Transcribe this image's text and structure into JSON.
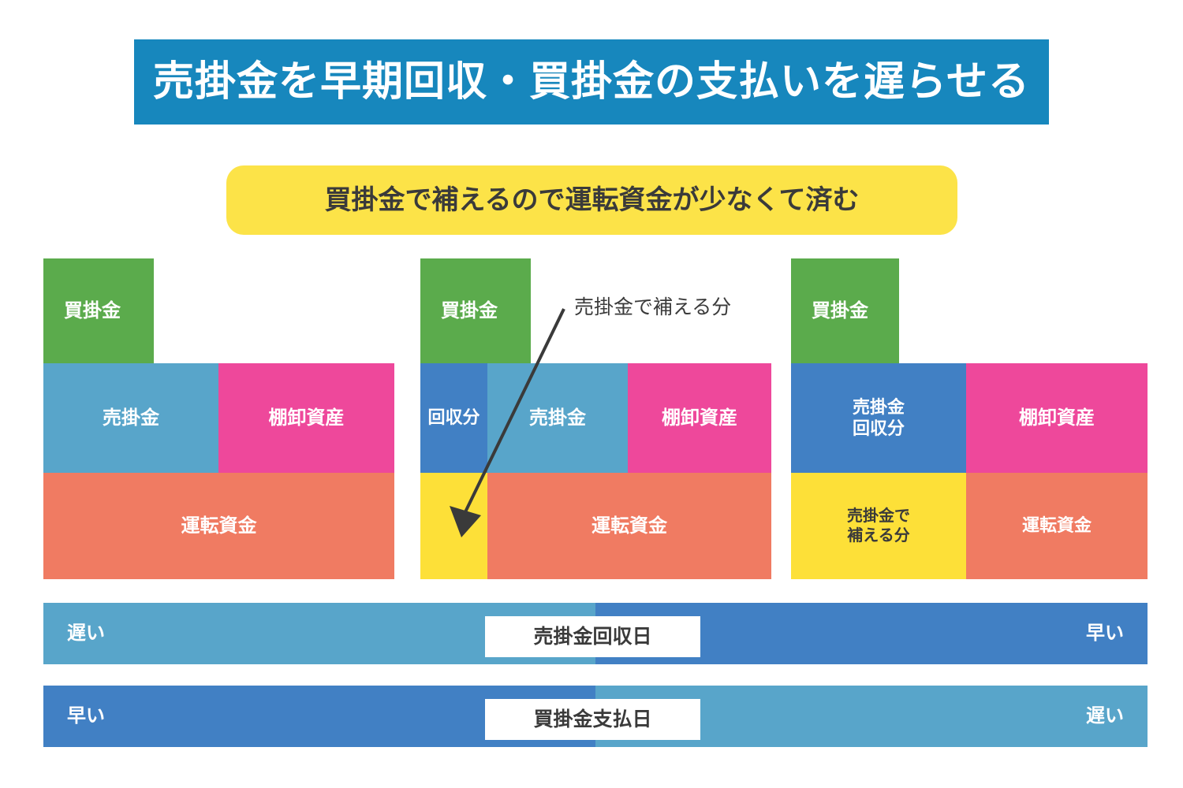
{
  "colors": {
    "header_blue": "#1787BD",
    "banner_yellow": "#FCE348",
    "green": "#5BAB4C",
    "light_blue": "#58A5CA",
    "dark_blue": "#4180C4",
    "pink": "#EE489B",
    "salmon": "#F07B62",
    "yellow": "#FDE038",
    "text_dark": "#3A3A3A",
    "white": "#FFFFFF"
  },
  "header": {
    "title": "売掛金を早期回収・買掛金の支払いを遅らせる"
  },
  "subheader": {
    "text": "買掛金で補えるので運転資金が少なくて済む"
  },
  "annotation": {
    "label": "売掛金で補える分",
    "arrow": "arrow-down-left"
  },
  "diagram": {
    "columns": [
      {
        "name": "before",
        "blocks": [
          {
            "label": "買掛金",
            "color": "green",
            "text": "white"
          },
          {
            "label": "売掛金",
            "color": "light_blue",
            "text": "white"
          },
          {
            "label": "棚卸資産",
            "color": "pink",
            "text": "white"
          },
          {
            "label": "運転資金",
            "color": "salmon",
            "text": "white"
          }
        ]
      },
      {
        "name": "transition",
        "blocks": [
          {
            "label": "買掛金",
            "color": "green",
            "text": "white"
          },
          {
            "label": "回収分",
            "color": "dark_blue",
            "text": "white"
          },
          {
            "label": "売掛金",
            "color": "light_blue",
            "text": "white"
          },
          {
            "label": "棚卸資産",
            "color": "pink",
            "text": "white"
          },
          {
            "label": "",
            "color": "yellow",
            "text": "dark"
          },
          {
            "label": "運転資金",
            "color": "salmon",
            "text": "white"
          }
        ]
      },
      {
        "name": "after",
        "blocks": [
          {
            "label": "買掛金",
            "color": "green",
            "text": "white"
          },
          {
            "label": "売掛金\n回収分",
            "color": "dark_blue",
            "text": "white"
          },
          {
            "label": "棚卸資産",
            "color": "pink",
            "text": "white"
          },
          {
            "label": "売掛金で\n補える分",
            "color": "yellow",
            "text": "dark"
          },
          {
            "label": "運転資金",
            "color": "salmon",
            "text": "white"
          }
        ]
      }
    ]
  },
  "timeline": {
    "bars": [
      {
        "name": "receivable-collection-date",
        "left_label": "遅い",
        "right_label": "早い",
        "chip_label": "売掛金回収日",
        "left_color": "light_blue",
        "right_color": "dark_blue"
      },
      {
        "name": "payable-payment-date",
        "left_label": "早い",
        "right_label": "遅い",
        "chip_label": "買掛金支払日",
        "left_color": "dark_blue",
        "right_color": "light_blue"
      }
    ]
  }
}
